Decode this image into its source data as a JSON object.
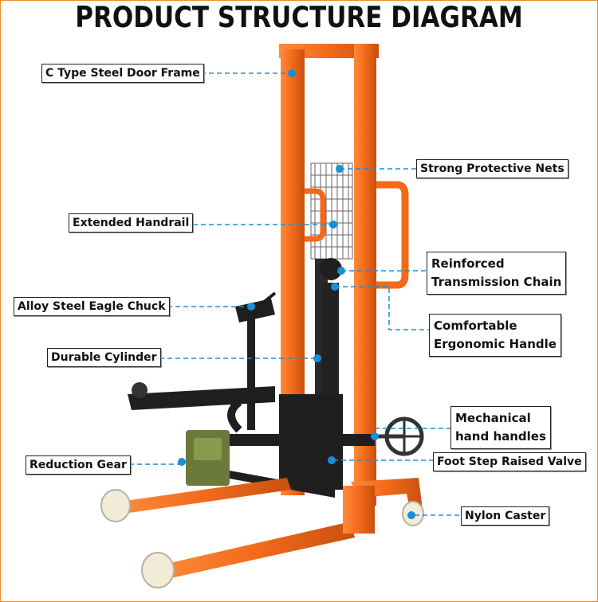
{
  "title": "PRODUCT STRUCTURE DIAGRAM",
  "labels": {
    "door_frame": "C Type Steel Door Frame",
    "protective_nets": "Strong Protective Nets",
    "handrail": "Extended Handrail",
    "chain": "Reinforced\nTransmission Chain",
    "chuck": "Alloy Steel Eagle Chuck",
    "ergonomic_handle": "Comfortable\nErgonomic Handle",
    "cylinder": "Durable Cylinder",
    "hand_handles": "Mechanical\nhand handles",
    "reduction_gear": "Reduction Gear",
    "valve": "Foot Step Raised Valve",
    "caster": "Nylon Caster"
  },
  "colors": {
    "frame_orange": "#f26a1b",
    "frame_orange_dark": "#c9500f",
    "steel_black": "#1f1f1f",
    "gear_green": "#6b7a3a",
    "leader_blue": "#1a8fd6",
    "border_orange": "#f08a2a"
  }
}
